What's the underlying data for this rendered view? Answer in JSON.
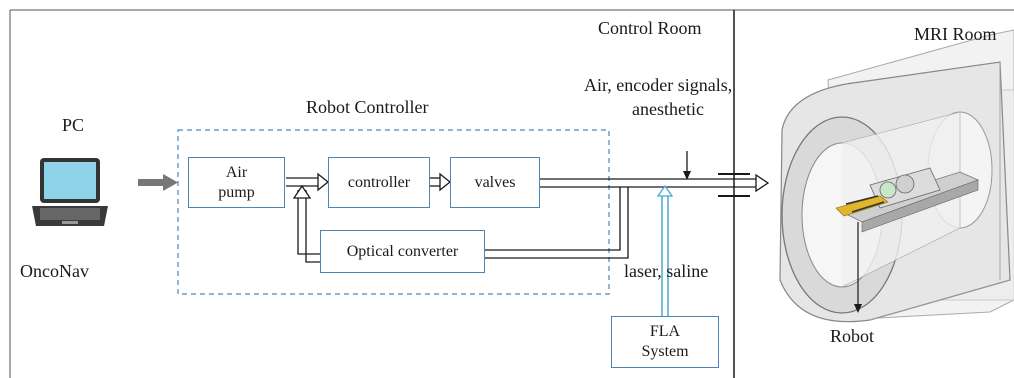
{
  "diagram": {
    "pc_label": "PC",
    "laptop_label": "OncoNav",
    "controller_group_label": "Robot Controller",
    "boxes": {
      "air_pump_line1": "Air",
      "air_pump_line2": "pump",
      "controller": "controller",
      "valves": "valves",
      "optical_converter": "Optical converter",
      "fla_line1": "FLA",
      "fla_line2": "System"
    },
    "control_room_label": "Control Room",
    "mri_room_label": "MRI Room",
    "cable_label_line1": "Air, encoder signals,",
    "cable_label_line2": "anesthetic",
    "laser_label": "laser, saline",
    "robot_label": "Robot"
  },
  "colors": {
    "box_border": "#4a86b8",
    "dashed_border": "#4a86b8",
    "laser_line": "#4aa8d8",
    "laptop_screen": "#8fd3e8",
    "line": "#1a1a1a"
  }
}
